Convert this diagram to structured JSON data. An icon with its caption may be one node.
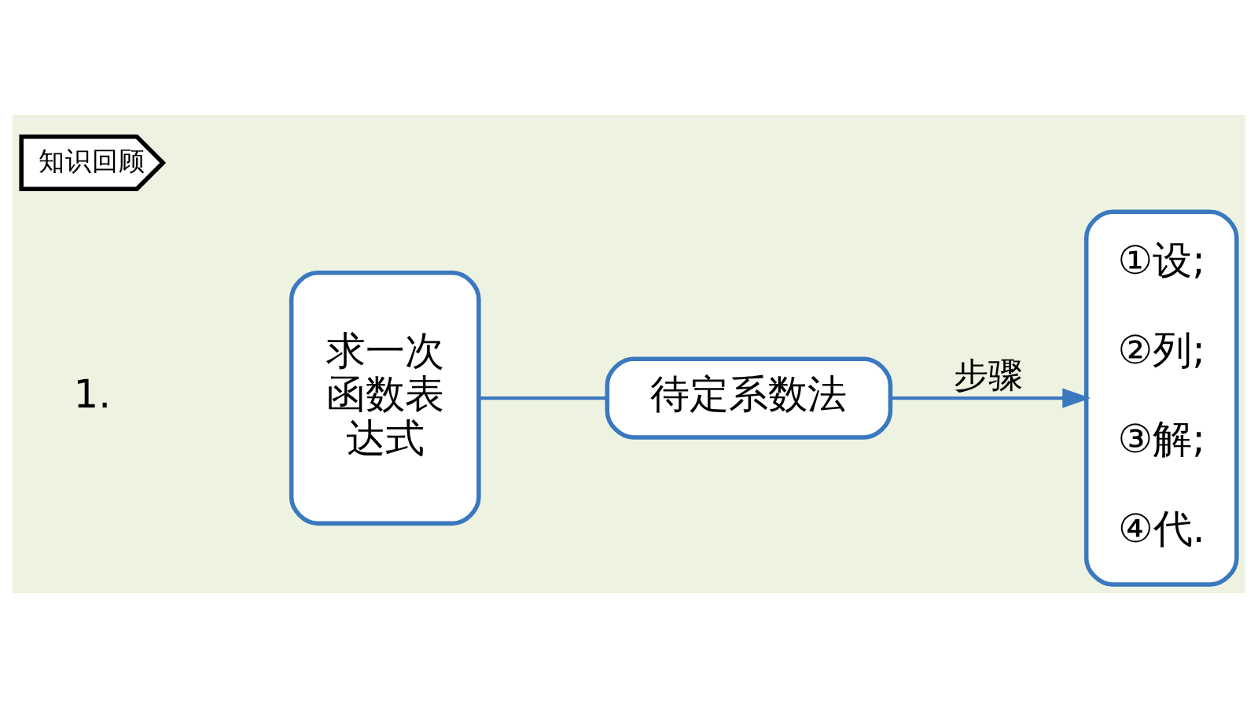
{
  "diagram": {
    "nodes": [
      {
        "text": [
          "知识回顾"
        ]
      },
      {
        "text": [
          "求一次函数表达式"
        ]
      },
      {
        "text": [
          "待定系数法"
        ]
      },
      {
        "text": [
          "①设;",
          "②列;",
          "③解;",
          "④代."
        ]
      }
    ],
    "edges": [
      {
        "from": 1,
        "to": 2,
        "arrow": "none"
      },
      {
        "from": 2,
        "to": 3,
        "arrow": "to",
        "label": "步骤"
      }
    ],
    "labels": [
      "1."
    ]
  }
}
